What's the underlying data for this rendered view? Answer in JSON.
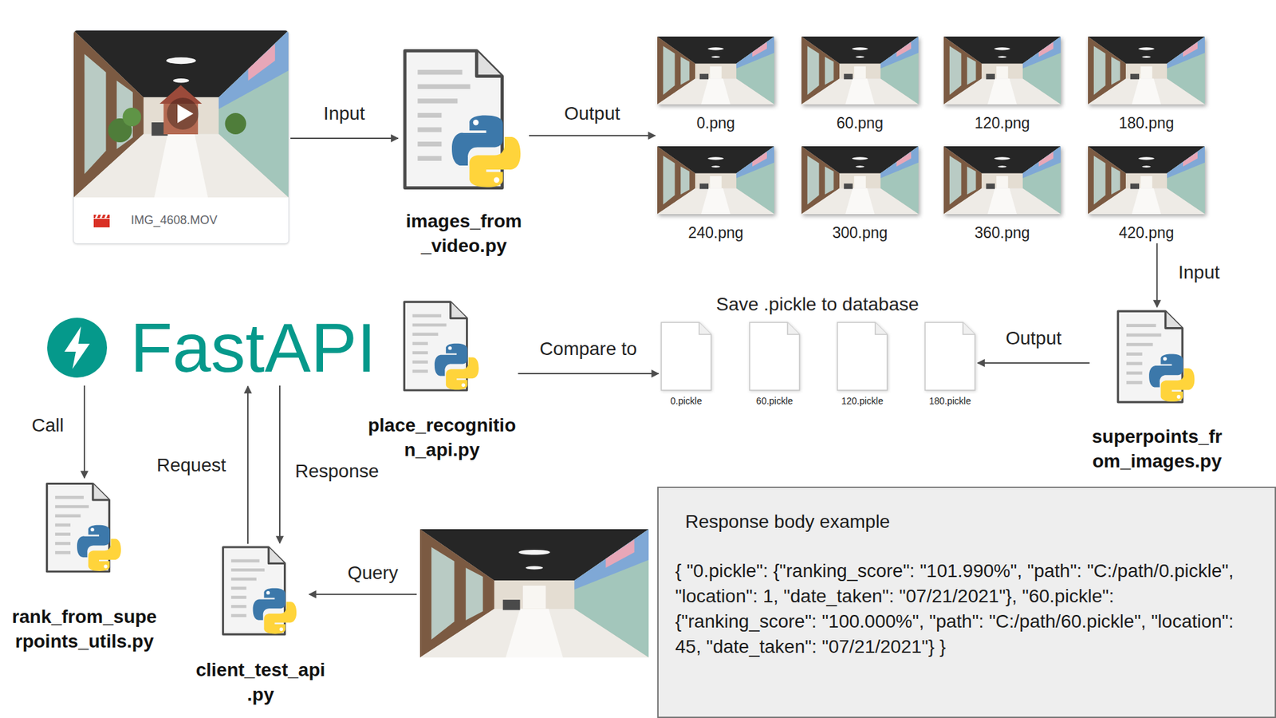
{
  "diagram": {
    "nodes": [
      {
        "text": [
          "IMG_4608.MOV"
        ]
      },
      {
        "text": [
          "images_from _video.py"
        ]
      },
      {
        "text": [
          "0.png"
        ]
      },
      {
        "text": [
          "60.png"
        ]
      },
      {
        "text": [
          "120.png"
        ]
      },
      {
        "text": [
          "180.png"
        ]
      },
      {
        "text": [
          "240.png"
        ]
      },
      {
        "text": [
          "300.png"
        ]
      },
      {
        "text": [
          "360.png"
        ]
      },
      {
        "text": [
          "420.png"
        ]
      },
      {
        "text": [
          "FastAPI"
        ]
      },
      {
        "text": [
          "place_recognitio n_api.py"
        ]
      },
      {
        "text": [
          "0.pickle"
        ]
      },
      {
        "text": [
          "60.pickle"
        ]
      },
      {
        "text": [
          "120.pickle"
        ]
      },
      {
        "text": [
          "180.pickle"
        ]
      },
      {
        "text": [
          "superpoints_fr om_images.py"
        ]
      },
      {
        "text": [
          "rank_from_supe rpoints_utils.py"
        ]
      },
      {
        "text": [
          "client_test_api .py"
        ]
      },
      {
        "text": [
          "Response body example",
          "{ \"0.pickle\": {\"ranking_score\": \"101.990%\", \"path\": \"C:/path/0.pickle\", \"location\": 1, \"date_taken\": \"07/21/2021\"}, \"60.pickle\": {\"ranking_score\": \"100.000%\", \"path\": \"C:/path/60.pickle\", \"location\": 45, \"date_taken\": \"07/21/2021\"} }"
        ]
      }
    ],
    "edges": [
      {
        "from": 0,
        "to": 1,
        "label": "Input",
        "arrow": "to"
      },
      {
        "from": 1,
        "to": 2,
        "label": "Output",
        "arrow": "to"
      },
      {
        "from": 9,
        "to": 16,
        "label": "Input",
        "arrow": "to"
      },
      {
        "from": 16,
        "to": 15,
        "label": "Output",
        "arrow": "to"
      },
      {
        "from": 11,
        "to": 12,
        "label": "Compare to",
        "arrow": "to"
      },
      {
        "from": 10,
        "to": 17,
        "label": "Call",
        "arrow": "to"
      },
      {
        "from": 18,
        "to": 10,
        "label": "Request",
        "arrow": "to"
      },
      {
        "from": 10,
        "to": 18,
        "label": "Response",
        "arrow": "to"
      }
    ],
    "labels": [
      "Save .pickle to database",
      "Query"
    ]
  }
}
